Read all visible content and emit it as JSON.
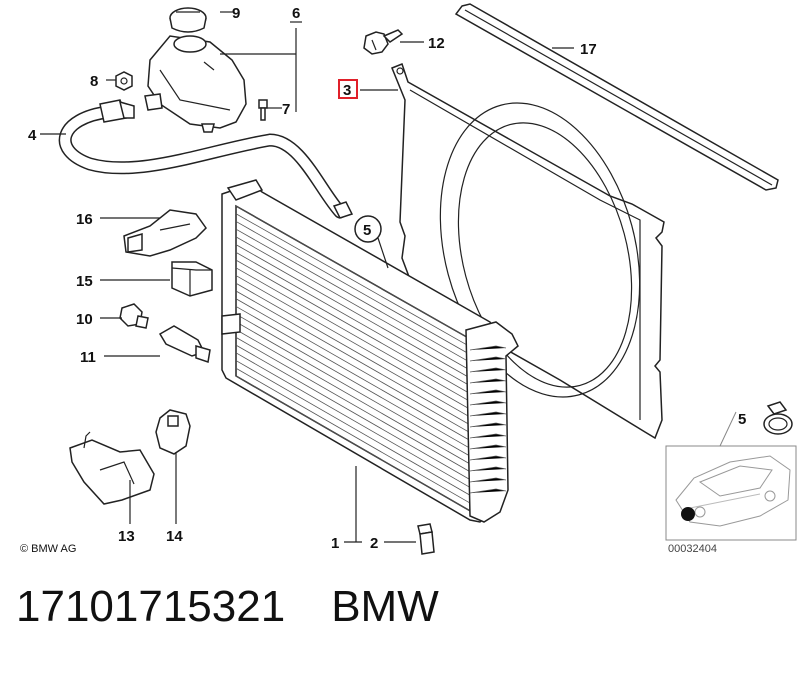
{
  "callouts": [
    {
      "id": "c1",
      "text": "1"
    },
    {
      "id": "c2",
      "text": "2"
    },
    {
      "id": "c3",
      "text": "3"
    },
    {
      "id": "c4",
      "text": "4"
    },
    {
      "id": "c5",
      "text": "5"
    },
    {
      "id": "c5b",
      "text": "5"
    },
    {
      "id": "c6",
      "text": "6"
    },
    {
      "id": "c7",
      "text": "7"
    },
    {
      "id": "c8",
      "text": "8"
    },
    {
      "id": "c9",
      "text": "9"
    },
    {
      "id": "c10",
      "text": "10"
    },
    {
      "id": "c11",
      "text": "11"
    },
    {
      "id": "c12",
      "text": "12"
    },
    {
      "id": "c13",
      "text": "13"
    },
    {
      "id": "c14",
      "text": "14"
    },
    {
      "id": "c15",
      "text": "15"
    },
    {
      "id": "c16",
      "text": "16"
    },
    {
      "id": "c17",
      "text": "17"
    }
  ],
  "copyright": "© BMW AG",
  "diagram_ref": "00032404",
  "part_number": "17101715321",
  "brand": "BMW",
  "colors": {
    "highlight": "#e0202a",
    "line": "#222222"
  }
}
